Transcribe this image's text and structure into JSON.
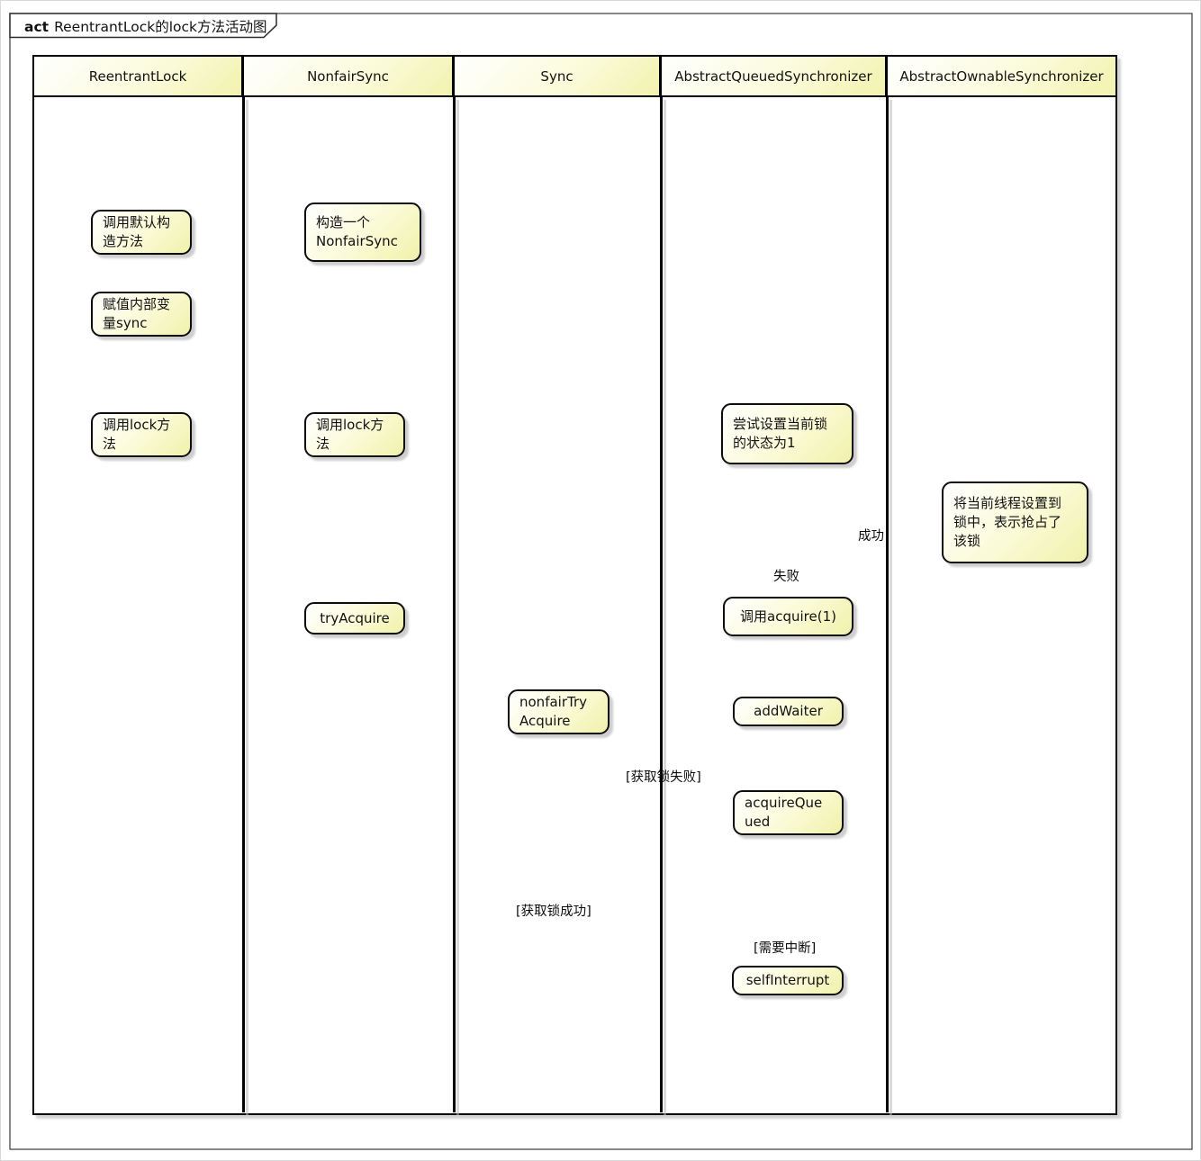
{
  "diagram": {
    "frame_keyword": "act",
    "frame_title": "ReentrantLock的lock方法活动图"
  },
  "lanes": [
    {
      "label": "ReentrantLock"
    },
    {
      "label": "NonfairSync"
    },
    {
      "label": "Sync"
    },
    {
      "label": "AbstractQueuedSynchronizer"
    },
    {
      "label": "AbstractOwnableSynchronizer"
    }
  ],
  "nodes": {
    "call_default_constructor": "调用默认构\n造方法",
    "construct_nonfairsync": "构造一个\nNonfairSync",
    "assign_sync_variable": "赋值内部变\n量sync",
    "call_lock_reentrantlock": "调用lock方\n法",
    "call_lock_nonfairsync": "调用lock方\n法",
    "try_set_state": "尝试设置当前锁\n的状态为1",
    "set_current_thread": "将当前线程设置到\n锁中，表示抢占了\n该锁",
    "call_acquire": "调用acquire(1)",
    "try_acquire": "tryAcquire",
    "nonfair_try_acquire": "nonfairTry\nAcquire",
    "add_waiter": "addWaiter",
    "acquire_queued": "acquireQue\nued",
    "self_interrupt": "selfInterrupt"
  },
  "edge_labels": {
    "success": "成功",
    "failure": "失败",
    "acquire_fail": "[获取锁失败]",
    "acquire_success": "[获取锁成功]",
    "need_interrupt": "[需要中断]"
  },
  "colors": {
    "node_fill_light": "#ffffff",
    "node_fill_yellow": "#f1f1ab",
    "line": "#141414",
    "shadow": "#bdbdbd"
  }
}
